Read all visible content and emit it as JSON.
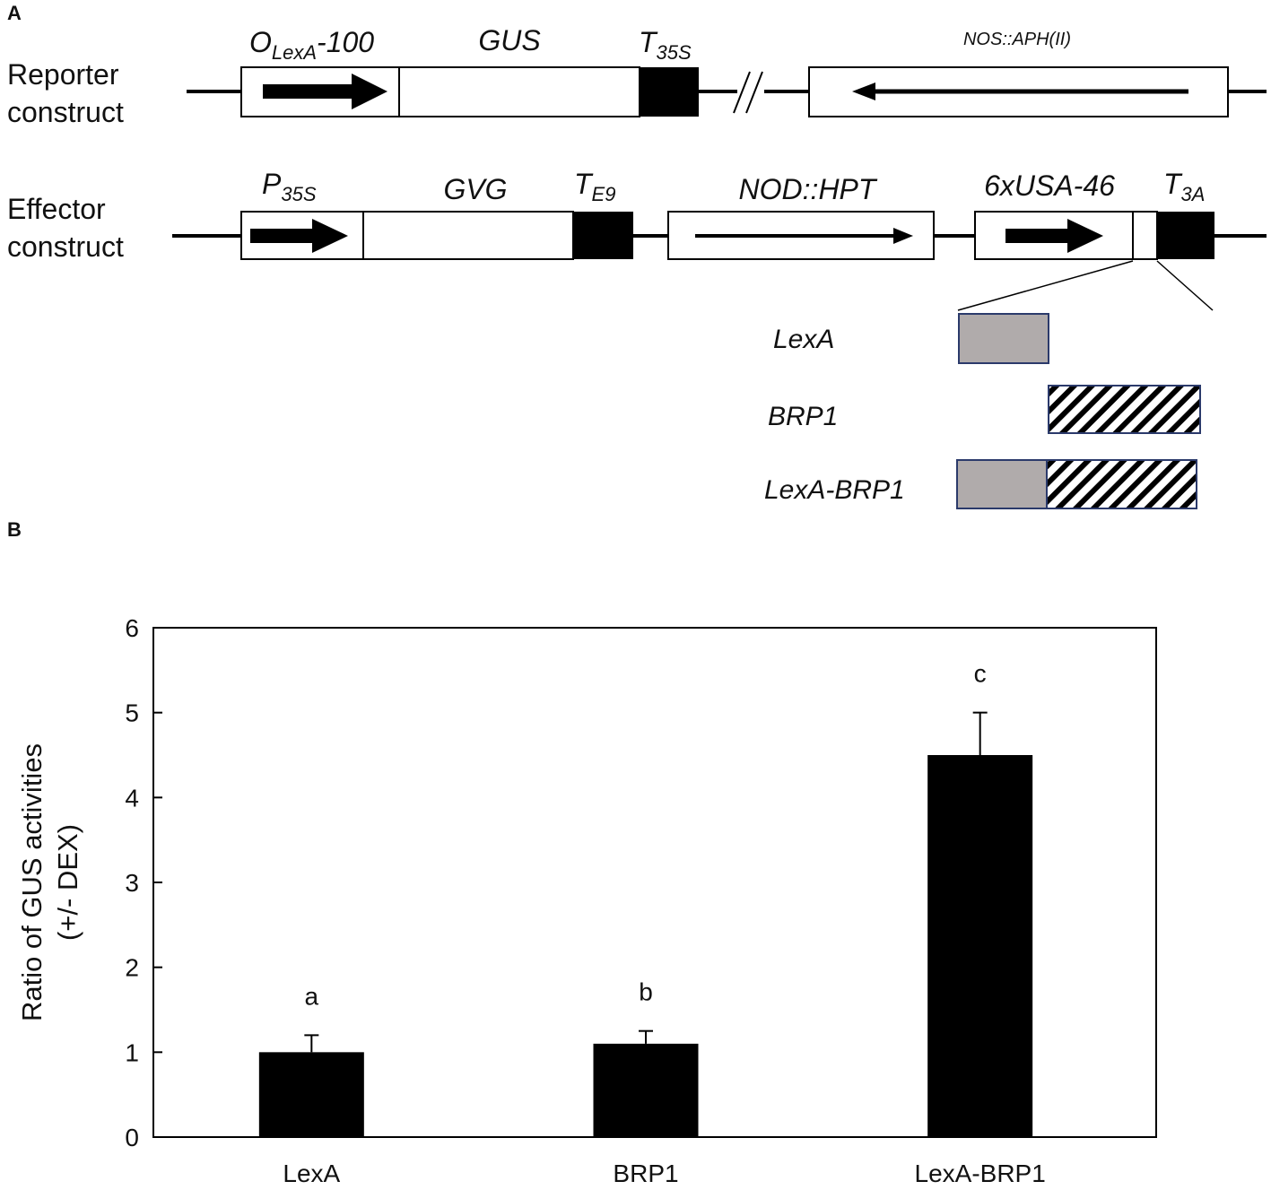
{
  "panel_a": {
    "panel_label": "A",
    "reporter": {
      "row_label_line1": "Reporter",
      "row_label_line2": "construct",
      "promoter_main": "O",
      "promoter_sub": "LexA",
      "promoter_suffix": "-100",
      "gene": "GUS",
      "terminator_main": "T",
      "terminator_sub": "35S",
      "selection": "NOS::APH(II)"
    },
    "effector": {
      "row_label_line1": "Effector",
      "row_label_line2": "construct",
      "promoter_main": "P",
      "promoter_sub": "35S",
      "gene": "GVG",
      "terminator_main": "T",
      "terminator_sub": "E9",
      "selection": "NOD::HPT",
      "inducible_promoter": "6xUSA-46",
      "terminator2_main": "T",
      "terminator2_sub": "3A"
    },
    "inserts": [
      "LexA",
      "BRP1",
      "LexA-BRP1"
    ],
    "colors": {
      "lexa_fill": "#b0abab",
      "lexa_border": "#2b3a6b",
      "black": "#000000"
    }
  },
  "panel_b": {
    "panel_label": "B"
  },
  "chart_data": {
    "type": "bar",
    "categories": [
      "LexA",
      "BRP1",
      "LexA-BRP1"
    ],
    "values": [
      1.0,
      1.1,
      4.5
    ],
    "errors": [
      0.2,
      0.15,
      0.5
    ],
    "significance": [
      "a",
      "b",
      "c"
    ],
    "ylabel_line1": "Ratio of GUS activities",
    "ylabel_line2": "(+/- DEX)",
    "ylim": [
      0,
      6
    ],
    "yticks": [
      "0",
      "1",
      "2",
      "3",
      "4",
      "5",
      "6"
    ],
    "bar_color": "#000000",
    "grid": false
  }
}
